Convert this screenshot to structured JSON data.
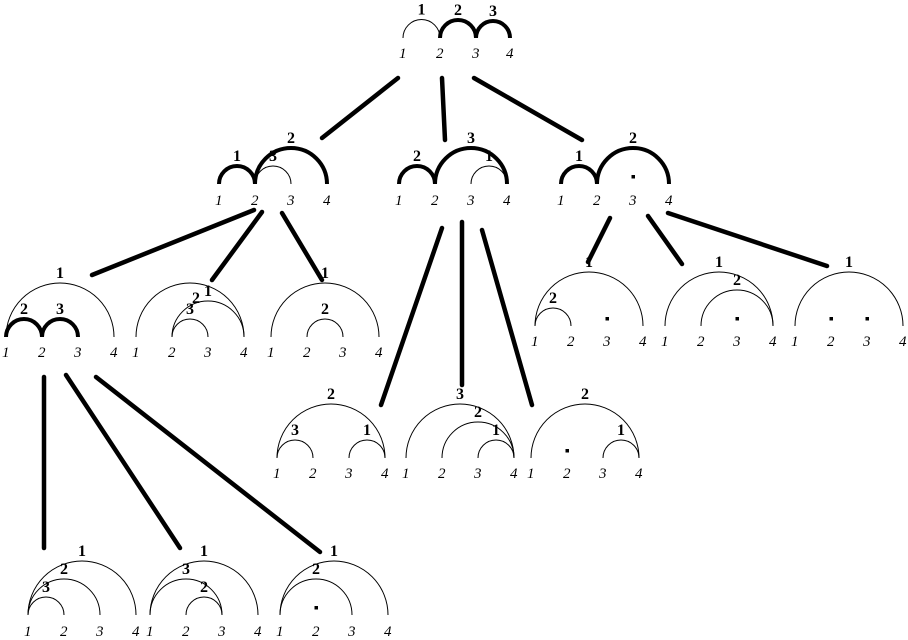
{
  "tree": {
    "nodes": [
      {
        "id": "n0",
        "vertices": [
          "1",
          "2",
          "3",
          "4"
        ],
        "arcs": [
          {
            "from": 1,
            "to": 2,
            "label": "1",
            "bold": false
          },
          {
            "from": 2,
            "to": 3,
            "label": "2",
            "bold": true
          },
          {
            "from": 3,
            "to": 4,
            "label": "3",
            "bold": true
          }
        ]
      },
      {
        "id": "n1",
        "vertices": [
          "1",
          "2",
          "3",
          "4"
        ],
        "arcs": [
          {
            "from": 1,
            "to": 2,
            "label": "1",
            "bold": true
          },
          {
            "from": 2,
            "to": 4,
            "label": "2",
            "bold": true
          },
          {
            "from": 2,
            "to": 3,
            "label": "3",
            "bold": false
          }
        ]
      },
      {
        "id": "n2",
        "vertices": [
          "1",
          "2",
          "3",
          "4"
        ],
        "arcs": [
          {
            "from": 1,
            "to": 2,
            "label": "2",
            "bold": true
          },
          {
            "from": 2,
            "to": 4,
            "label": "3",
            "bold": true
          },
          {
            "from": 3,
            "to": 4,
            "label": "1",
            "bold": false
          }
        ]
      },
      {
        "id": "n3",
        "vertices": [
          "1",
          "2",
          "3",
          "4"
        ],
        "dots": [
          3
        ],
        "arcs": [
          {
            "from": 1,
            "to": 2,
            "label": "1",
            "bold": true
          },
          {
            "from": 2,
            "to": 4,
            "label": "2",
            "bold": true
          }
        ]
      },
      {
        "id": "n4",
        "vertices": [
          "1",
          "2",
          "3",
          "4"
        ],
        "arcs": [
          {
            "from": 1,
            "to": 4,
            "label": "1",
            "bold": false
          },
          {
            "from": 1,
            "to": 2,
            "label": "2",
            "bold": true
          },
          {
            "from": 2,
            "to": 3,
            "label": "3",
            "bold": true
          }
        ]
      },
      {
        "id": "n5",
        "vertices": [
          "1",
          "2",
          "3",
          "4"
        ],
        "arcs": [
          {
            "from": 1,
            "to": 4,
            "label": "",
            "bold": false
          },
          {
            "from": 2,
            "to": 4,
            "label": "1",
            "bold": false
          },
          {
            "from": 2,
            "to": 3,
            "label": "3",
            "bold": false
          }
        ],
        "extra_labels": [
          "2"
        ]
      },
      {
        "id": "n6",
        "vertices": [
          "1",
          "2",
          "3",
          "4"
        ],
        "arcs": [
          {
            "from": 1,
            "to": 4,
            "label": "1",
            "bold": false
          },
          {
            "from": 2,
            "to": 3,
            "label": "2",
            "bold": false
          }
        ]
      },
      {
        "id": "n7",
        "vertices": [
          "1",
          "2",
          "3",
          "4"
        ],
        "arcs": [
          {
            "from": 1,
            "to": 4,
            "label": "2",
            "bold": false
          },
          {
            "from": 1,
            "to": 2,
            "label": "3",
            "bold": false
          },
          {
            "from": 3,
            "to": 4,
            "label": "1",
            "bold": false
          }
        ]
      },
      {
        "id": "n8",
        "vertices": [
          "1",
          "2",
          "3",
          "4"
        ],
        "arcs": [
          {
            "from": 1,
            "to": 4,
            "label": "3",
            "bold": false
          },
          {
            "from": 2,
            "to": 4,
            "label": "2",
            "bold": false
          },
          {
            "from": 3,
            "to": 4,
            "label": "1",
            "bold": false
          }
        ]
      },
      {
        "id": "n9",
        "vertices": [
          "1",
          "2",
          "3",
          "4"
        ],
        "dots": [
          2
        ],
        "arcs": [
          {
            "from": 1,
            "to": 4,
            "label": "2",
            "bold": false
          },
          {
            "from": 3,
            "to": 4,
            "label": "1",
            "bold": false
          }
        ]
      },
      {
        "id": "n10",
        "vertices": [
          "1",
          "2",
          "3",
          "4"
        ],
        "dots": [
          3
        ],
        "arcs": [
          {
            "from": 1,
            "to": 4,
            "label": "1",
            "bold": false
          },
          {
            "from": 1,
            "to": 2,
            "label": "2",
            "bold": false
          }
        ]
      },
      {
        "id": "n11",
        "vertices": [
          "1",
          "2",
          "3",
          "4"
        ],
        "dots": [
          3
        ],
        "arcs": [
          {
            "from": 1,
            "to": 4,
            "label": "1",
            "bold": false
          },
          {
            "from": 2,
            "to": 4,
            "label": "2",
            "bold": false
          }
        ]
      },
      {
        "id": "n12",
        "vertices": [
          "1",
          "2",
          "3",
          "4"
        ],
        "dots": [
          2,
          3
        ],
        "arcs": [
          {
            "from": 1,
            "to": 4,
            "label": "1",
            "bold": false
          }
        ]
      },
      {
        "id": "n13",
        "vertices": [
          "1",
          "2",
          "3",
          "4"
        ],
        "arcs": [
          {
            "from": 1,
            "to": 4,
            "label": "1",
            "bold": false
          },
          {
            "from": 1,
            "to": 3,
            "label": "2",
            "bold": false
          },
          {
            "from": 1,
            "to": 2,
            "label": "3",
            "bold": false
          }
        ]
      },
      {
        "id": "n14",
        "vertices": [
          "1",
          "2",
          "3",
          "4"
        ],
        "arcs": [
          {
            "from": 1,
            "to": 4,
            "label": "1",
            "bold": false
          },
          {
            "from": 1,
            "to": 3,
            "label": "3",
            "bold": false
          },
          {
            "from": 2,
            "to": 3,
            "label": "2",
            "bold": false
          }
        ]
      },
      {
        "id": "n15",
        "vertices": [
          "1",
          "2",
          "3",
          "4"
        ],
        "dots": [
          2
        ],
        "arcs": [
          {
            "from": 1,
            "to": 4,
            "label": "1",
            "bold": false
          },
          {
            "from": 1,
            "to": 3,
            "label": "2",
            "bold": false
          }
        ]
      }
    ]
  }
}
